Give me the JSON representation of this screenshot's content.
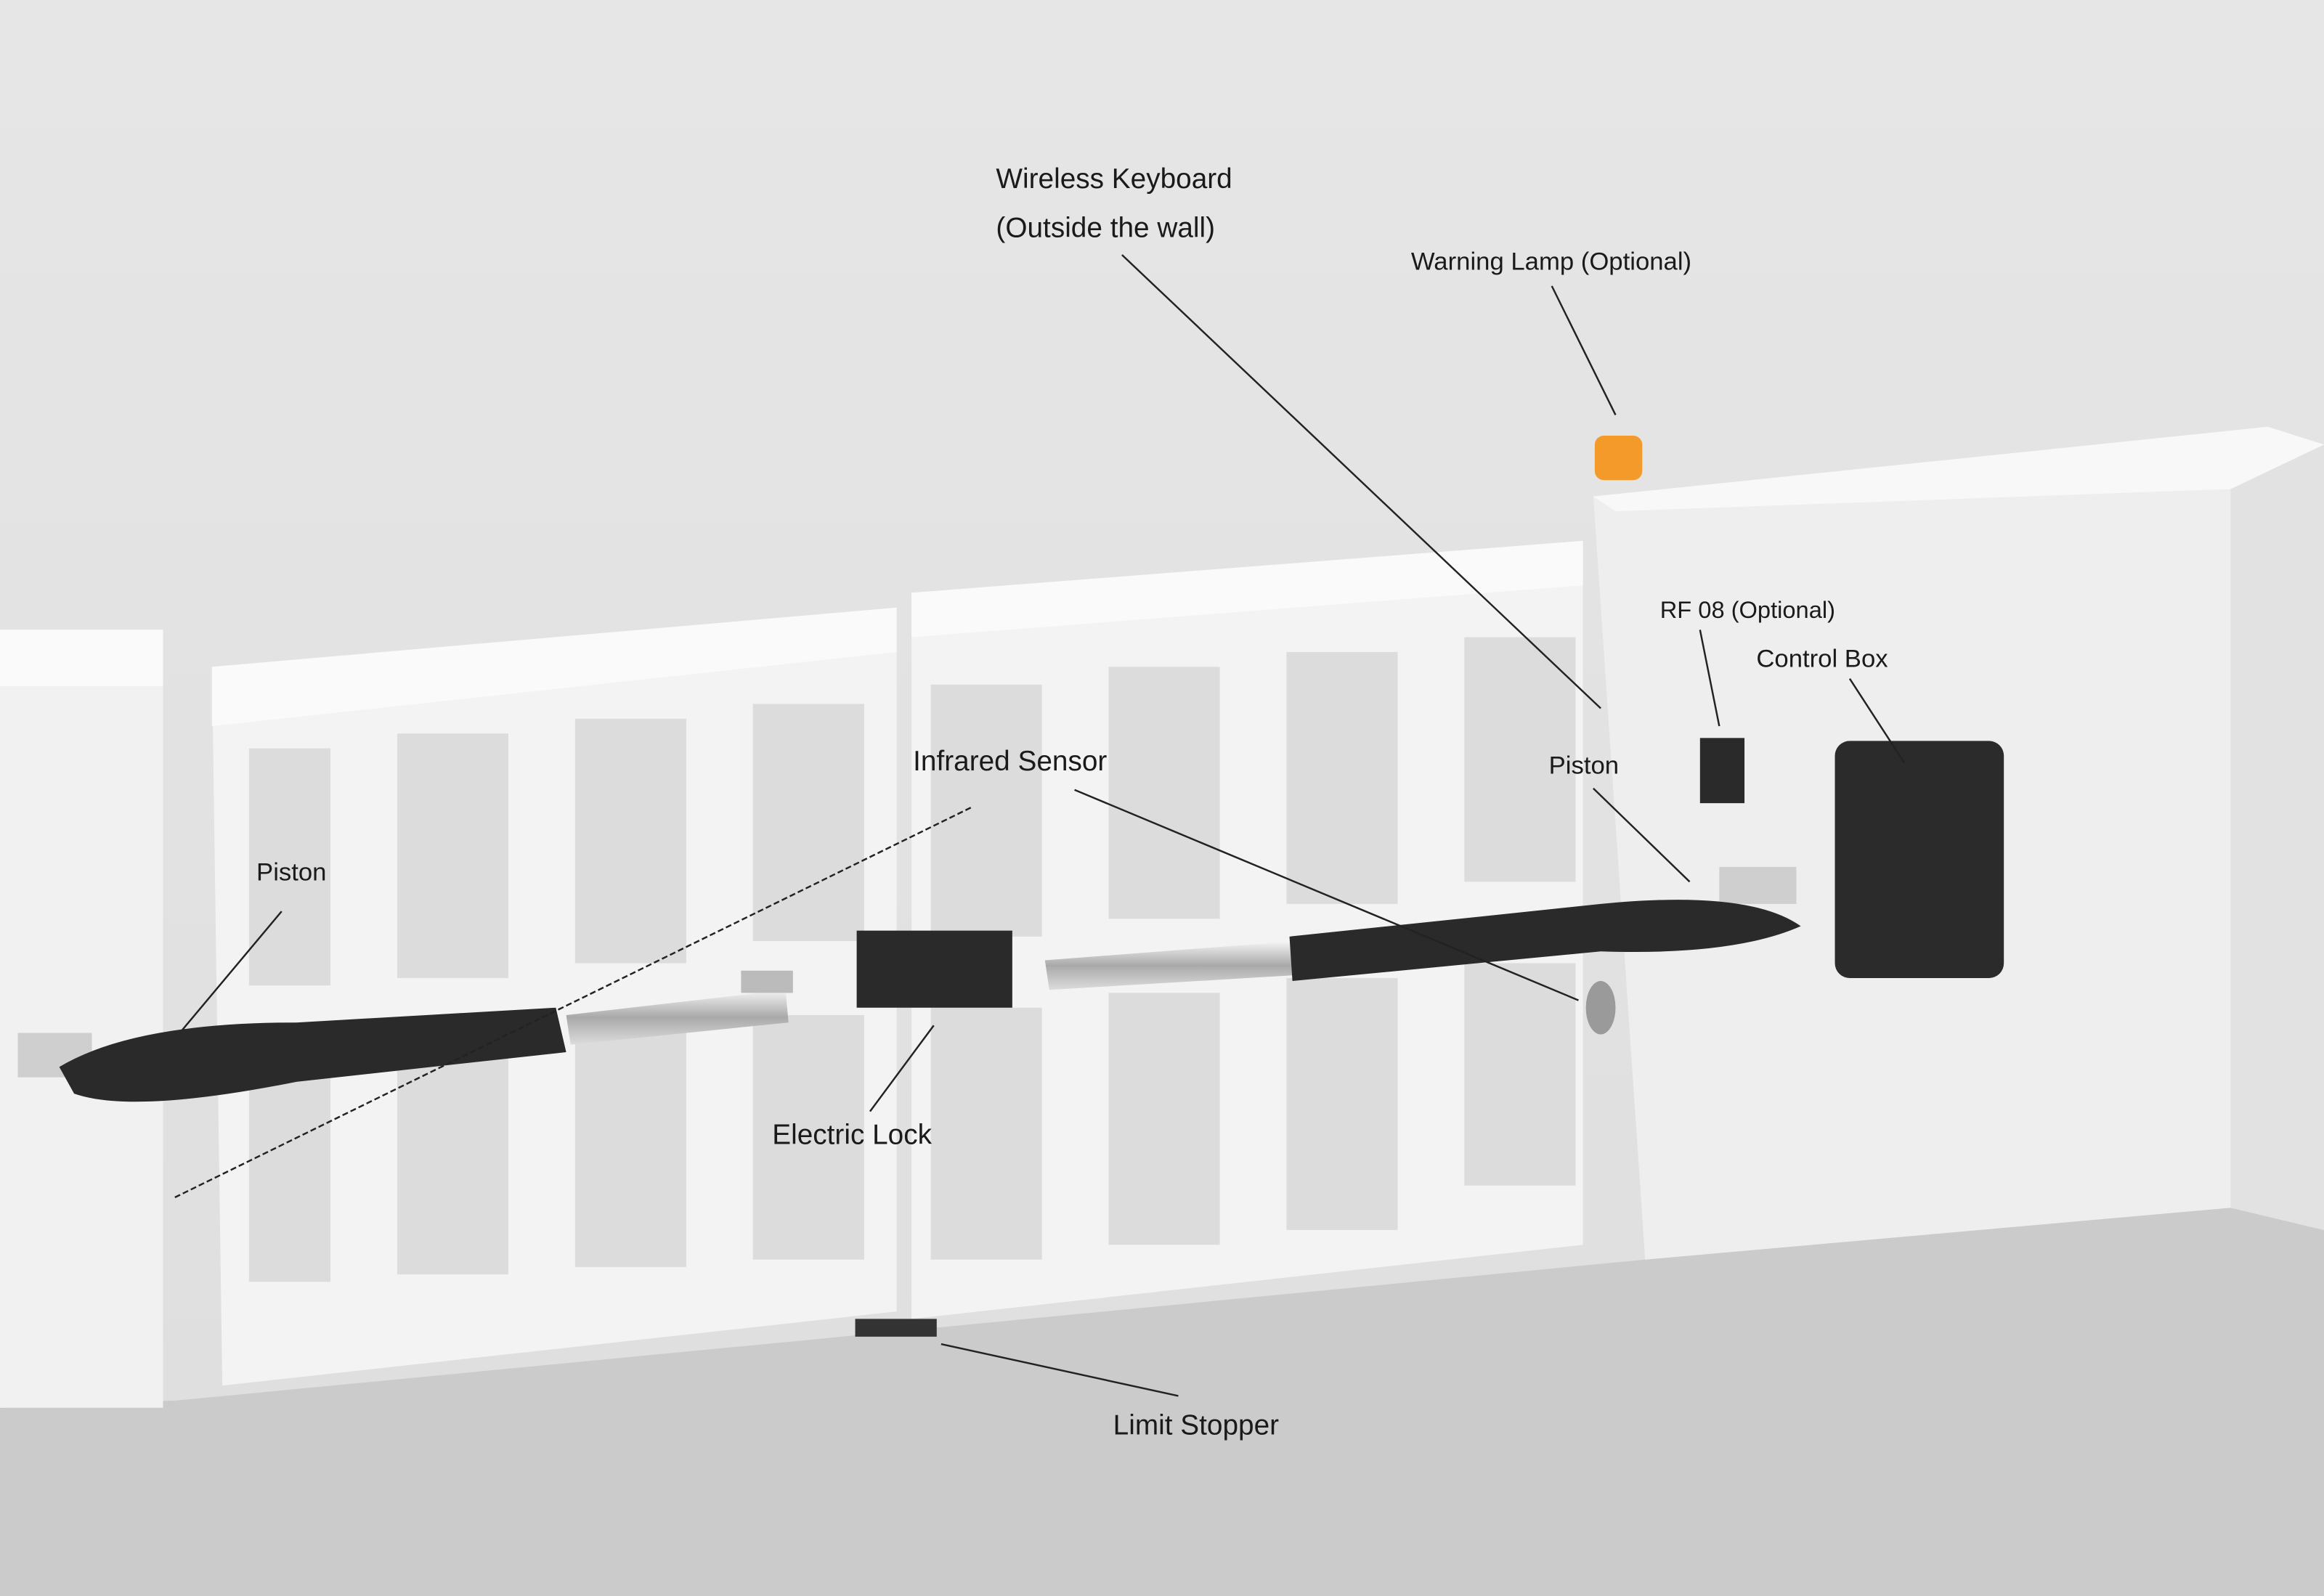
{
  "title": "Swing gate opener installation diagram",
  "labels": {
    "wireless_keyboard_line1": "Wireless Keyboard",
    "wireless_keyboard_line2": "(Outside the wall)",
    "warning_lamp": "Warning Lamp (Optional)",
    "rf08": "RF 08 (Optional)",
    "control_box": "Control Box",
    "infrared_sensor": "Infrared Sensor",
    "piston_right": "Piston",
    "piston_left": "Piston",
    "electric_lock": "Electric Lock",
    "limit_stopper": "Limit Stopper"
  },
  "colors": {
    "background": "#e4e4e4",
    "wall": "#f2f2f2",
    "floor": "#cbcbcb",
    "piston": "#2a2a2a",
    "lamp": "#f39a2a"
  }
}
